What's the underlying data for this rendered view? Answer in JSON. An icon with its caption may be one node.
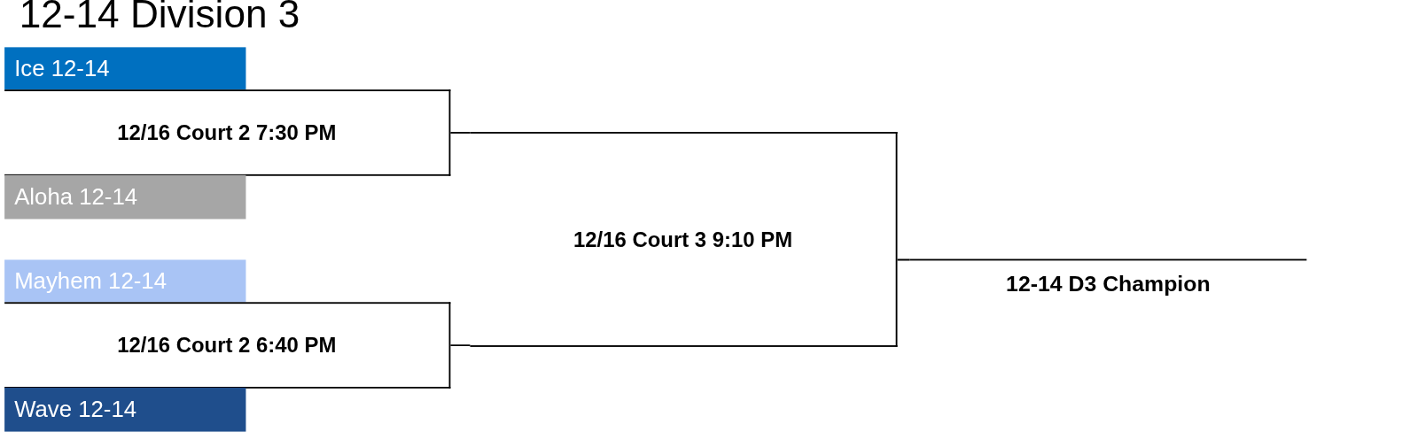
{
  "diagram": {
    "title": "12-14 Division 3",
    "nodes": [
      {
        "text": [
          "Ice 12-14"
        ]
      },
      {
        "text": [
          "12/16 Court 2 7:30 PM"
        ]
      },
      {
        "text": [
          "Aloha 12-14"
        ]
      },
      {
        "text": [
          "12/16 Court 3 9:10 PM"
        ]
      },
      {
        "text": [
          "Mayhem 12-14"
        ]
      },
      {
        "text": [
          "12/16 Court 2 6:40 PM"
        ]
      },
      {
        "text": [
          "Wave 12-14"
        ]
      },
      {
        "text": [
          "12-14 D3 Champion"
        ]
      }
    ],
    "edges": [
      {
        "from": 1,
        "to": 3,
        "arrow": "none"
      },
      {
        "from": 5,
        "to": 3,
        "arrow": "none"
      },
      {
        "from": 3,
        "to": 7,
        "arrow": "none"
      }
    ]
  }
}
